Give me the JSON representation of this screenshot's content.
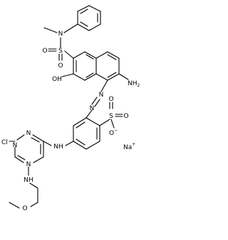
{
  "molecule": {
    "atoms": {
      "n_methyl": "N",
      "s_sulfonamide": "S",
      "o_sulfonyl_left": "O",
      "o_sulfonyl_bottom": "O",
      "hydroxyl": "OH",
      "amino": "NH",
      "amino_sub": "2",
      "azo_n1": "N",
      "azo_n2": "N",
      "nh_link_1": "NH",
      "s_sulfonate": "S",
      "o_sulfonate_top": "O",
      "o_sulfonate_right": "O",
      "o_sulfonate_bottom": "O",
      "o_sulfonate_charge": "−",
      "sodium": "Na",
      "sodium_charge": "+",
      "triazine_n_top": "N",
      "triazine_n_left": "N",
      "triazine_n_bottom": "N",
      "chloro": "Cl",
      "nh_link_2": "NH",
      "ether_o": "O"
    }
  }
}
